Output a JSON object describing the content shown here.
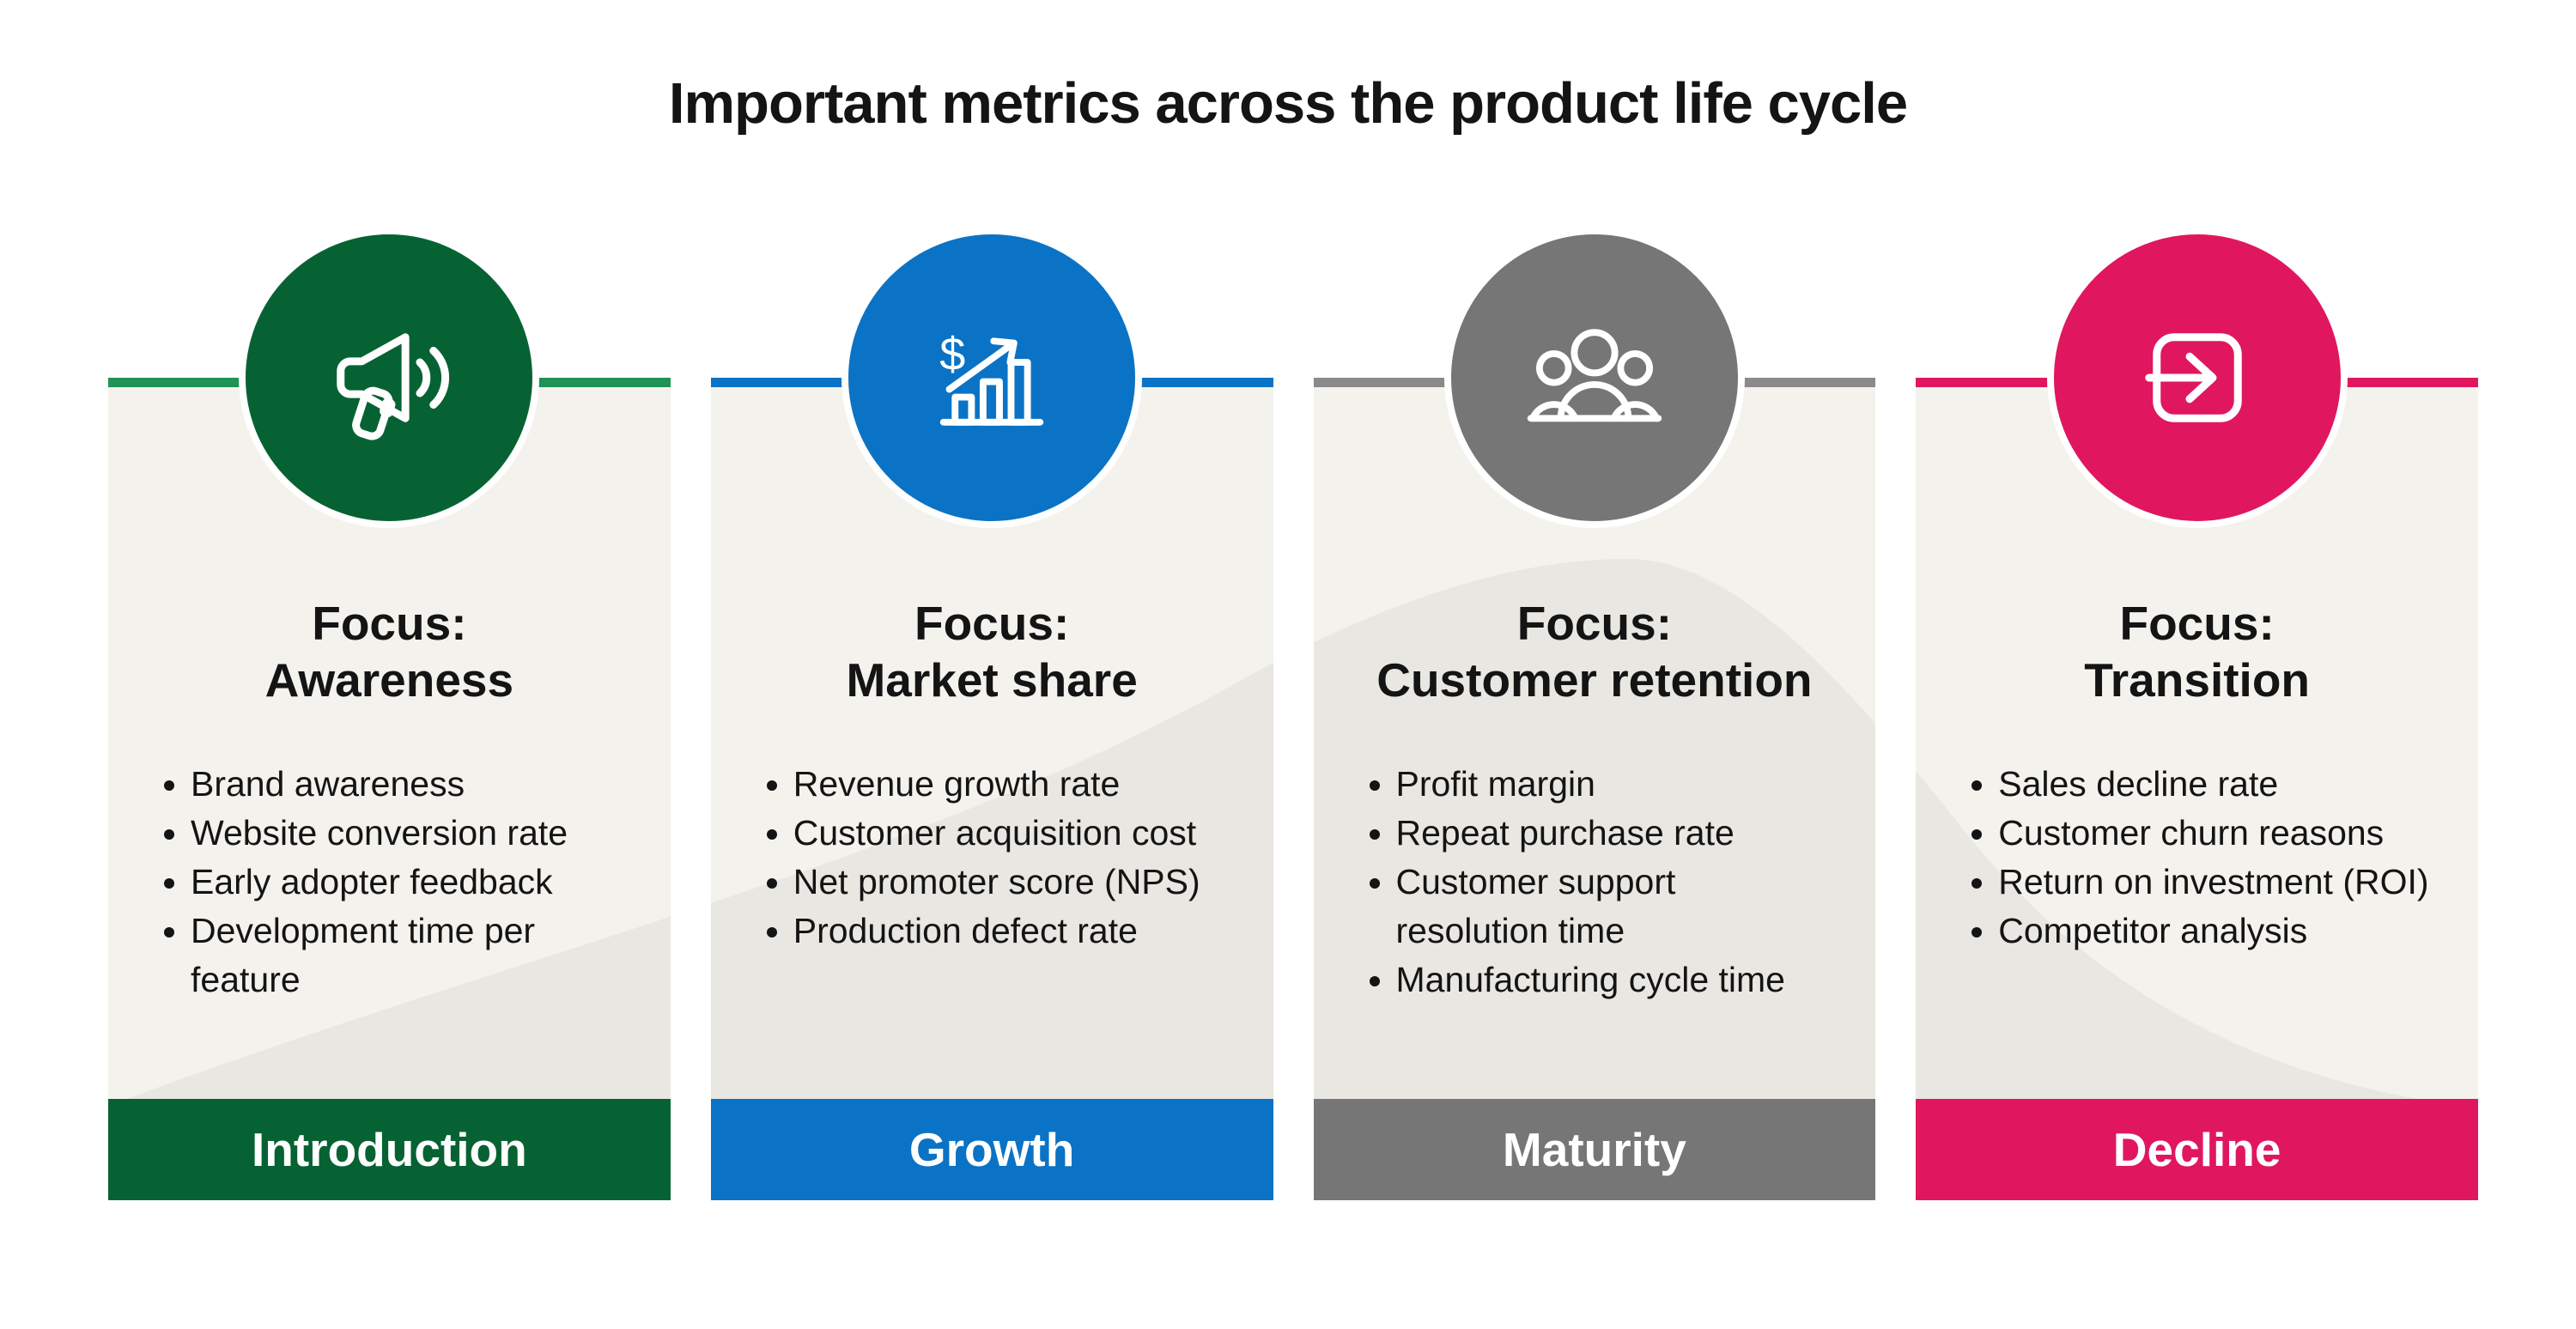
{
  "page": {
    "title": "Important metrics across the product life cycle",
    "background_color": "#FFFFFF",
    "card_background_color": "#F4F2EC",
    "lifecycle_curve_color": "#E9E7E1",
    "text_color": "#141414"
  },
  "columns": [
    {
      "stage": "Introduction",
      "focus_label": "Focus:",
      "focus": "Awareness",
      "icon": "megaphone-icon",
      "circle_color": "#076233",
      "accent_line_color": "#1E9355",
      "metrics": [
        "Brand awareness",
        "Website conversion rate",
        "Early adopter feedback",
        "Development time per feature"
      ]
    },
    {
      "stage": "Growth",
      "focus_label": "Focus:",
      "focus": "Market share",
      "icon": "growth-chart-icon",
      "circle_color": "#0B73C5",
      "accent_line_color": "#0B73C5",
      "metrics": [
        "Revenue growth rate",
        "Customer acquisition cost",
        "Net promoter score (NPS)",
        "Production defect rate"
      ]
    },
    {
      "stage": "Maturity",
      "focus_label": "Focus:",
      "focus": "Customer retention",
      "icon": "people-group-icon",
      "circle_color": "#767676",
      "accent_line_color": "#8A8A8A",
      "metrics": [
        "Profit margin",
        "Repeat purchase rate",
        "Customer support resolution time",
        "Manufacturing cycle time"
      ]
    },
    {
      "stage": "Decline",
      "focus_label": "Focus:",
      "focus": "Transition",
      "icon": "exit-arrow-icon",
      "circle_color": "#E0175E",
      "accent_line_color": "#E0175E",
      "metrics": [
        "Sales decline rate",
        "Customer churn reasons",
        "Return on investment (ROI)",
        "Competitor analysis"
      ]
    }
  ]
}
